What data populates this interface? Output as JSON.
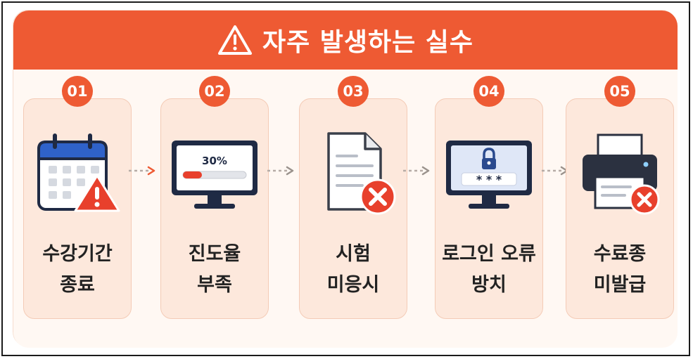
{
  "header": {
    "title": "자주 발생하는 실수",
    "icon": "warning-triangle-icon"
  },
  "colors": {
    "accent": "#ee5a33",
    "card_bg": "#fde8dc",
    "panel_bg": "#fff8f3",
    "text": "#222222"
  },
  "steps": [
    {
      "number": "01",
      "line1": "수강기간",
      "line2": "종료",
      "icon": "calendar-warning-icon"
    },
    {
      "number": "02",
      "line1": "진도율",
      "line2": "부족",
      "icon": "monitor-progress-icon",
      "progress_text": "30%",
      "progress": 0.3
    },
    {
      "number": "03",
      "line1": "시험",
      "line2": "미응시",
      "icon": "document-x-icon"
    },
    {
      "number": "04",
      "line1": "로그인 오류",
      "line2": "방치",
      "icon": "monitor-lock-icon",
      "password_mask": "* * *"
    },
    {
      "number": "05",
      "line1": "수료종",
      "line2": "미발급",
      "icon": "printer-x-icon"
    }
  ]
}
